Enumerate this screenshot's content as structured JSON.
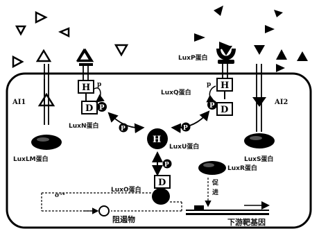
{
  "labels": {
    "ai1": "AI1",
    "ai2": "AI2",
    "luxLM": "LuxLM蛋白",
    "luxN": "LuxN蛋白",
    "luxP": "LuxP蛋白",
    "luxQ": "LuxQ蛋白",
    "luxU": "LuxU蛋白",
    "luxS": "LuxS蛋白",
    "luxR": "LuxR蛋白",
    "luxO": "LuxO蛋白",
    "sigma": "σ⁵⁴",
    "inhibitor": "阻遏物",
    "promote": "促进",
    "downstream": "下游靶基因"
  },
  "glyphs": {
    "histidine": "H",
    "aspartate": "D",
    "phosphate": "P",
    "phosphate_small": "p",
    "u_letters": "H"
  }
}
